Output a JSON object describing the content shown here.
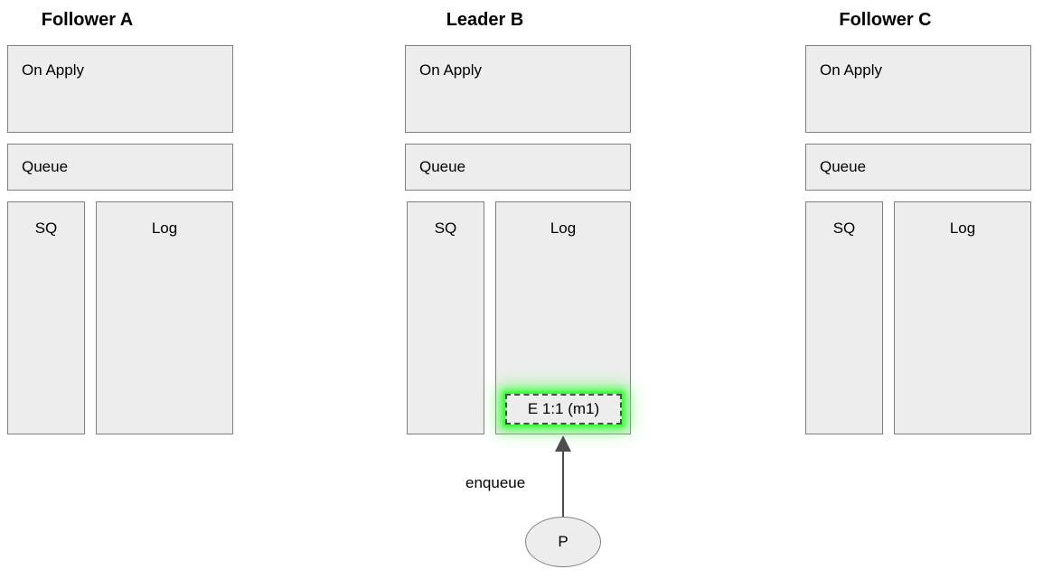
{
  "diagram": {
    "title_bar": "",
    "background": "#ffffff",
    "box_fill": "#ededed",
    "box_stroke": "#808080",
    "highlight_color": "#33ff33",
    "columns": [
      {
        "id": "follower-a",
        "title": "Follower A",
        "on_apply_label": "On Apply",
        "queue_label": "Queue",
        "sq_label": "SQ",
        "log_label": "Log",
        "log_entries": []
      },
      {
        "id": "leader-b",
        "title": "Leader B",
        "on_apply_label": "On Apply",
        "queue_label": "Queue",
        "sq_label": "SQ",
        "log_label": "Log",
        "log_entries": [
          {
            "label": "E 1:1 (m1)",
            "highlighted": true
          }
        ]
      },
      {
        "id": "follower-c",
        "title": "Follower C",
        "on_apply_label": "On Apply",
        "queue_label": "Queue",
        "sq_label": "SQ",
        "log_label": "Log",
        "log_entries": []
      }
    ],
    "producer": {
      "label": "P"
    },
    "edges": [
      {
        "label": "enqueue",
        "from": "producer",
        "to": "leader-b-log-entry-1"
      }
    ]
  }
}
